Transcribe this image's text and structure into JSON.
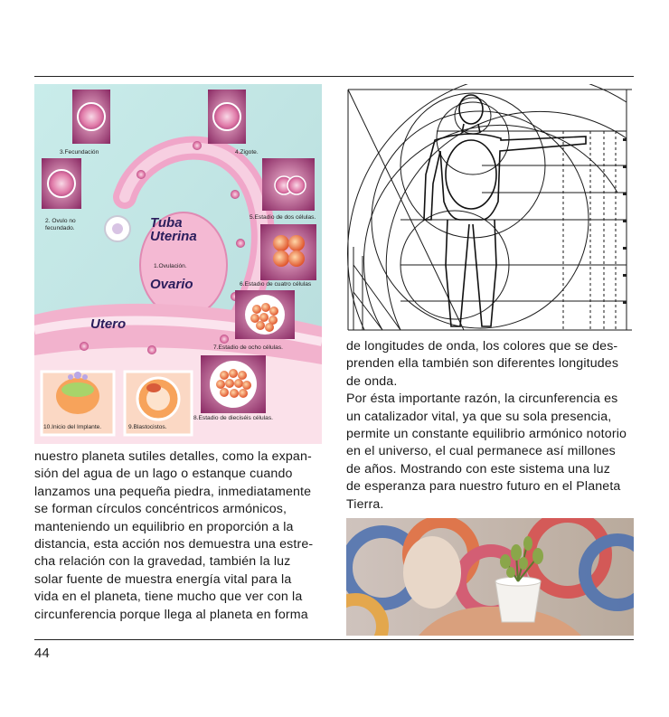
{
  "page": {
    "number": "44"
  },
  "figure_embryo": {
    "labels": {
      "fecundacion": "3.Fecundación",
      "zigote": "4.Zigote.",
      "ovulo": "2. Ovulo no",
      "ovulo2": "fecundado.",
      "dos_celulas": "5.Estadio de dos células.",
      "tuba1": "Tuba",
      "tuba2": "Uterina",
      "ovulacion": "1.Ovulación.",
      "ovario": "Ovario",
      "cuatro_celulas": "6.Estadio de cuatro células",
      "utero": "Utero",
      "ocho_celulas": "7.Estadio de ocho células.",
      "implante": "10.Inicio del Implante.",
      "blastocistos": "9.Blastocistos.",
      "dieciseis": "8.Estadio de dieciséis células."
    }
  },
  "left_column": [
    "nuestro planeta sutiles detalles, como la expan-",
    "sión del agua de un lago o estanque cuando",
    "lanzamos una pequeña piedra, inmediatamente",
    "se forman círculos concéntricos armónicos,",
    "manteniendo un equilibrio en proporción a la",
    "distancia, esta acción nos demuestra una estre-",
    "cha relación con la gravedad, también la luz",
    "solar fuente de muestra energía vital para la",
    "vida en el planeta, tiene mucho que ver con la",
    "circunferencia porque llega al planeta en forma"
  ],
  "right_column": [
    "de longitudes de onda, los colores que se des-",
    "prenden ella también son diferentes longitudes",
    "de onda.",
    "Por ésta importante razón, la circunferencia es",
    "un catalizador vital, ya que su sola presencia,",
    "permite un constante equilibrio armónico notorio",
    "en el universo, el cual permanece así millones",
    "de años. Mostrando con este sistema una luz",
    "de esperanza para nuestro futuro en el Planeta",
    "Tierra."
  ]
}
